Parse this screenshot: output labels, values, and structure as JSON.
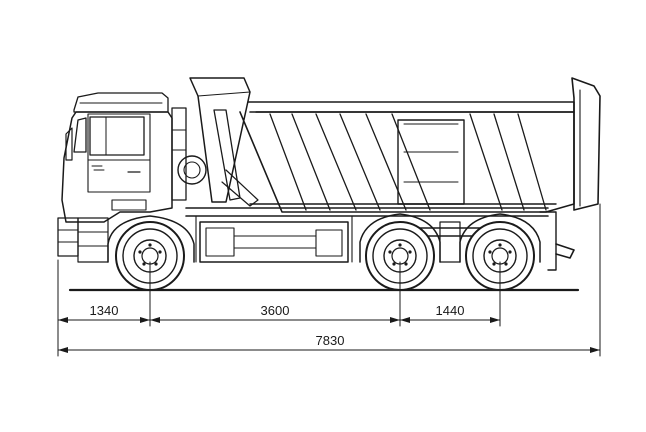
{
  "dimensions": {
    "front_overhang": "1340",
    "wheelbase": "3600",
    "rear_axle_spacing": "1440",
    "overall_length": "7830"
  },
  "colors": {
    "line": "#1a1a1a",
    "background": "#ffffff"
  }
}
